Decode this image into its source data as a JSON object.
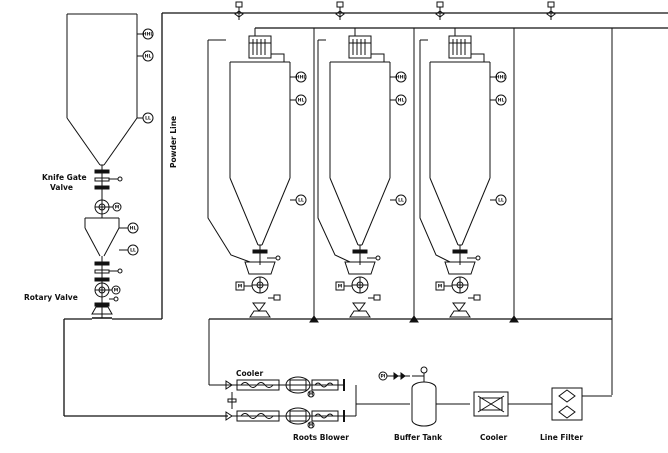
{
  "labels": {
    "knife_gate_valve_line1": "Knife Gate",
    "knife_gate_valve_line2": "Valve",
    "rotary_valve": "Rotary Valve",
    "powder_line": "Powder Line",
    "cooler_top": "Cooler",
    "roots_blower": "Roots Blower",
    "buffer_tank": "Buffer Tank",
    "cooler_bottom": "Cooler",
    "line_filter": "Line Filter"
  },
  "levels": {
    "hhl": "HHL",
    "hl": "HL",
    "ll": "LL",
    "hhl_short": "HHL",
    "m": "M",
    "pi": "PI"
  },
  "colors": {
    "line": "#111111",
    "background": "#ffffff"
  }
}
